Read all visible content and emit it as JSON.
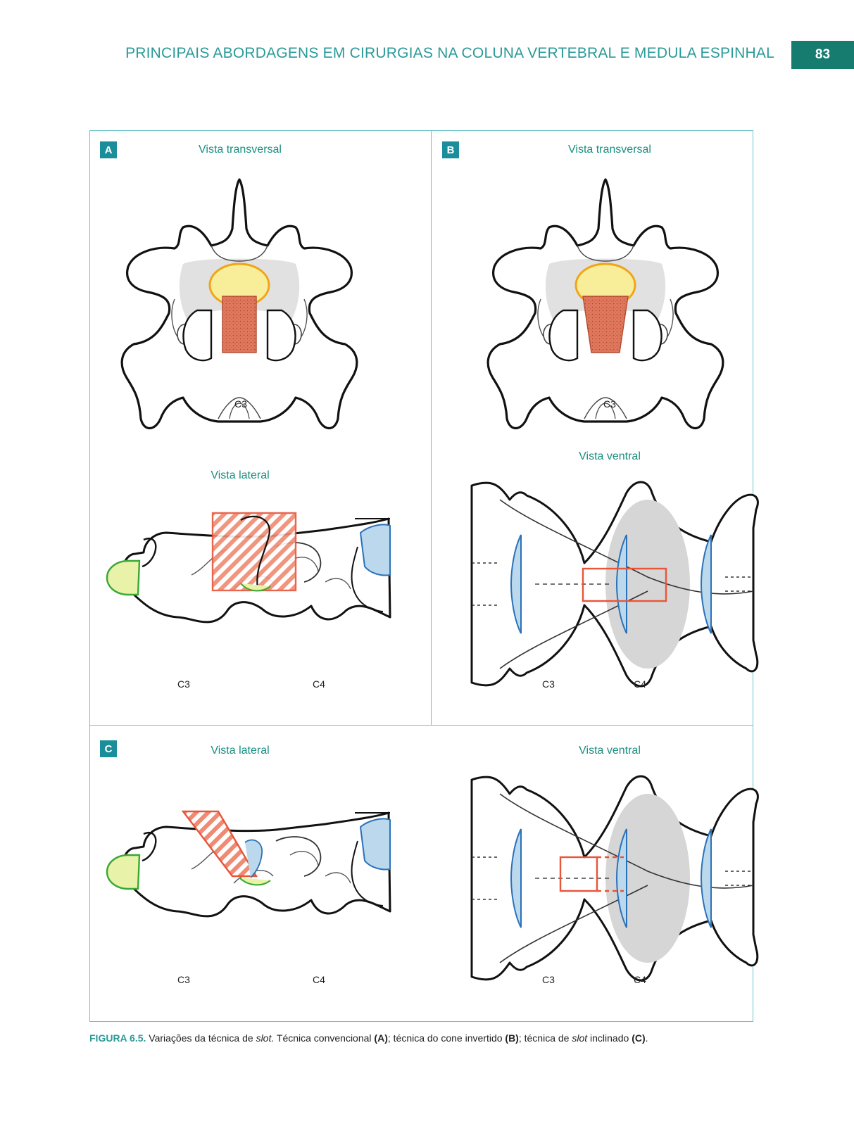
{
  "header": {
    "running_head": "PRINCIPAIS ABORDAGENS EM CIRURGIAS NA COLUNA VERTEBRAL E MEDULA ESPINHAL",
    "page_number": "83"
  },
  "panels": {
    "a": {
      "badge": "A",
      "top_title": "Vista transversal",
      "top_label": "C3",
      "bottom_title": "Vista lateral",
      "label_left": "C3",
      "label_right": "C4"
    },
    "b": {
      "badge": "B",
      "top_title": "Vista transversal",
      "top_label": "C3",
      "bottom_title": "Vista ventral",
      "label_left": "C3",
      "label_right": "C4"
    },
    "c": {
      "badge": "C",
      "left_title": "Vista lateral",
      "right_title": "Vista ventral",
      "left_label_1": "C3",
      "left_label_2": "C4",
      "right_label_1": "C3",
      "right_label_2": "C4"
    }
  },
  "caption": {
    "figure_number": "FIGURA 6.5.",
    "text_1": " Variações da técnica de ",
    "italic_1": "slot.",
    "text_2": " Técnica convencional ",
    "bold_1": "(A)",
    "text_3": "; técnica do cone invertido ",
    "bold_2": "(B)",
    "text_4": "; técnica de ",
    "italic_2": "slot",
    "text_5": " inclinado ",
    "bold_3": "(C)",
    "text_6": "."
  },
  "colors": {
    "accent_teal": "#2a9a99",
    "page_tab": "#167c70",
    "frame": "#6cc4c8",
    "slot_red": "#e8553a",
    "cord_yellow": "#fff3a0",
    "disc_blue": "#bcd8ec"
  }
}
